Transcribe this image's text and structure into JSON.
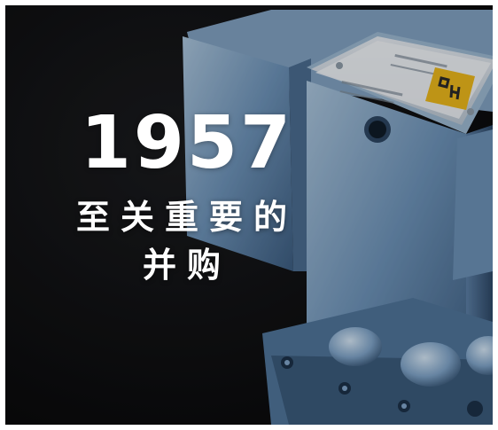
{
  "headline": {
    "year": "1957",
    "line1": "至关重要的",
    "line2": "并购"
  },
  "photo": {
    "subject": "hydraulic-valve-photo",
    "badge_text": "PH",
    "colors": {
      "background": "#0b0b0c",
      "steel_blue": "#5a7fa6",
      "steel_light": "#9fbcd6",
      "badge_yellow": "#e8b51b",
      "text": "#ffffff"
    }
  }
}
